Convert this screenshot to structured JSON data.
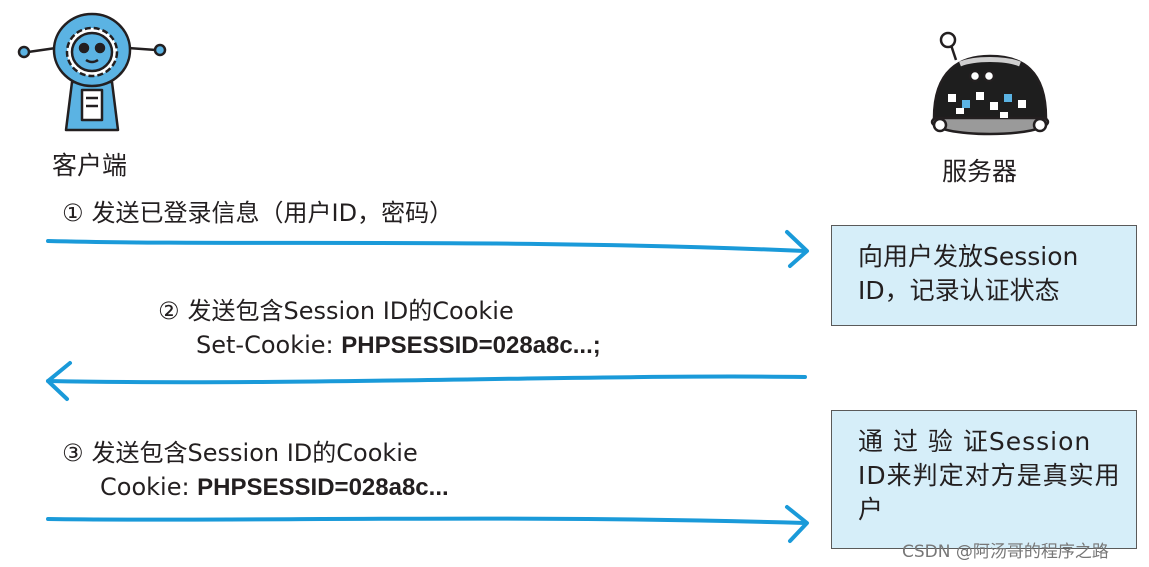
{
  "actors": {
    "client": {
      "label": "客户端",
      "icon": "client-robot-icon"
    },
    "server": {
      "label": "服务器",
      "icon": "server-robot-icon"
    }
  },
  "steps": [
    {
      "num": "①",
      "text": "发送已登录信息（用户ID，密码）"
    },
    {
      "num": "②",
      "text": "发送包含Session ID的Cookie",
      "sub_prefix": "Set-Cookie: ",
      "sub_value": "PHPSESSID=028a8c...;"
    },
    {
      "num": "③",
      "text": "发送包含Session ID的Cookie",
      "sub_prefix": "Cookie: ",
      "sub_value": "PHPSESSID=028a8c..."
    }
  ],
  "server_notes": [
    {
      "text": "向用户发放Session ID，记录认证状态"
    },
    {
      "text": "通 过 验 证Session ID来判定对方是真实用户"
    }
  ],
  "colors": {
    "arrow": "#1a9ad9",
    "box_fill": "#d6eef9",
    "robot_blue": "#5bb3e3"
  },
  "watermark": "CSDN @阿汤哥的程序之路"
}
